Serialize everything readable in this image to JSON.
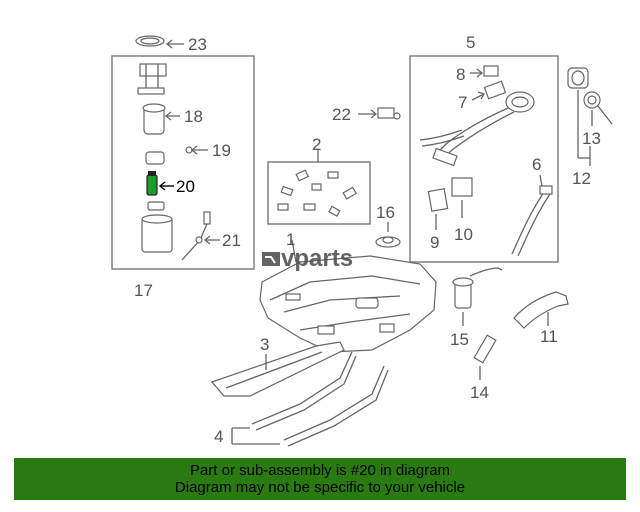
{
  "diagram": {
    "labels": {
      "l1": "1",
      "l2": "2",
      "l3": "3",
      "l4": "4",
      "l5": "5",
      "l6": "6",
      "l7": "7",
      "l8": "8",
      "l9": "9",
      "l10": "10",
      "l11": "11",
      "l12": "12",
      "l13": "13",
      "l14": "14",
      "l15": "15",
      "l16": "16",
      "l17": "17",
      "l18": "18",
      "l19": "19",
      "l20": "20",
      "l21": "21",
      "l22": "22",
      "l23": "23"
    },
    "highlight_color": "#1f9a2a"
  },
  "watermark": {
    "brand": "vparts"
  },
  "footer": {
    "line1": "Part or sub-assembly is #20 in diagram",
    "line2": "Diagram may not be specific to your vehicle",
    "background": "#2a7a12"
  }
}
